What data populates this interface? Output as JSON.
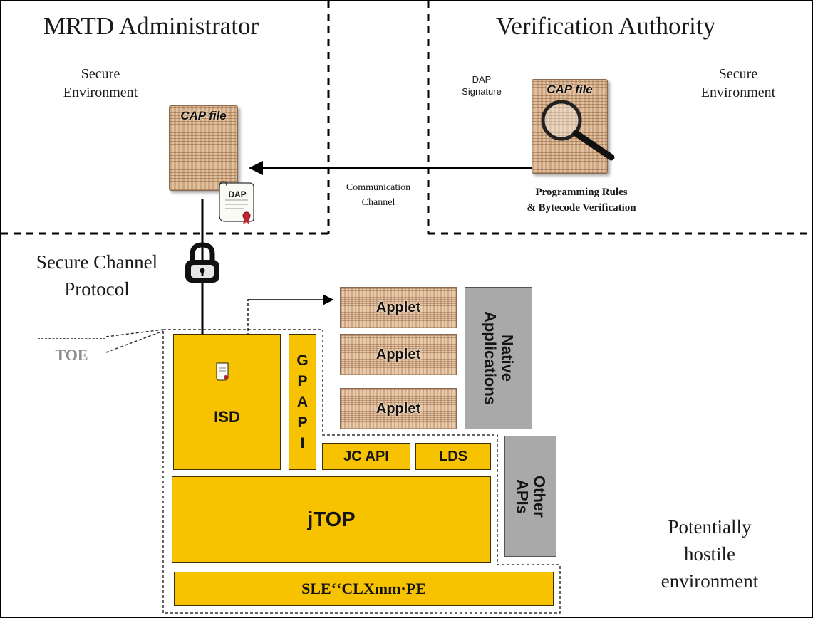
{
  "admin_zone": {
    "title": "MRTD Administrator",
    "env_line1": "Secure",
    "env_line2": "Environment"
  },
  "authority_zone": {
    "title": "Verification Authority",
    "env_line1": "Secure",
    "env_line2": "Environment",
    "dap_line1": "DAP",
    "dap_line2": "Signature",
    "rules_line1": "Programming Rules",
    "rules_line2": "& Bytecode Verification"
  },
  "cap_file_label": "CAP file",
  "dap_label": "DAP",
  "communication": {
    "line1": "Communication",
    "line2": "Channel"
  },
  "secure_channel": {
    "line1": "Secure Channel",
    "line2": "Protocol"
  },
  "toe_label": "TOE",
  "blocks": {
    "isd": "ISD",
    "gp_api": "G\nP\nA\nP\nI",
    "jc_api": "JC API",
    "lds": "LDS",
    "jtop": "jTOP",
    "sle": "SLEʻʻCLXmm·PE",
    "applets": [
      "Applet",
      "Applet",
      "Applet"
    ],
    "native_apps": "Native\nApplications",
    "other_apis": "Other\nAPIs"
  },
  "hostile": {
    "line1": "Potentially",
    "line2": "hostile",
    "line3": "environment"
  },
  "colors": {
    "block_fill": "#f7c200",
    "grey_fill": "#a9a9a9",
    "toe_text": "#8c8c8c"
  }
}
